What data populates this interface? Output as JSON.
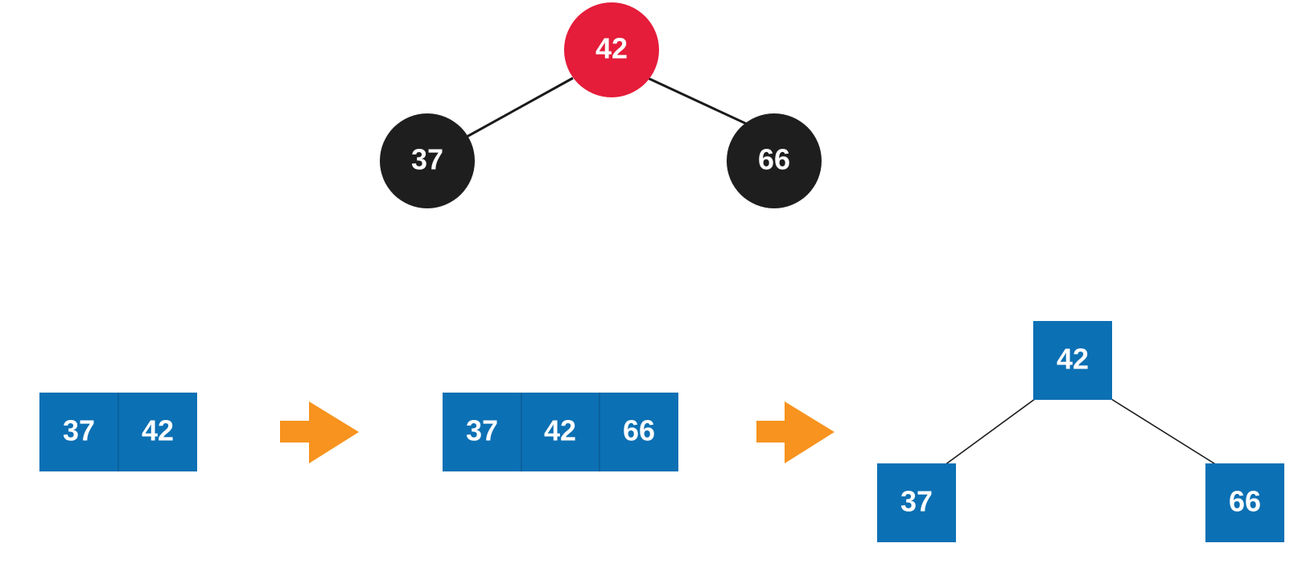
{
  "colors": {
    "red_node": "#e51c3a",
    "black_node": "#1e1e1e",
    "btree_node": "#0c70b4",
    "arrow": "#f7931e",
    "edge": "#1a1a1a",
    "label": "#ffffff"
  },
  "rb_tree": {
    "root": {
      "label": "42",
      "color": "red"
    },
    "left": {
      "label": "37",
      "color": "black"
    },
    "right": {
      "label": "66",
      "color": "black"
    }
  },
  "btree_sequence": {
    "step1": {
      "keys": [
        "37",
        "42"
      ]
    },
    "arrow1": {
      "icon": "right-arrow-icon"
    },
    "step2": {
      "keys": [
        "37",
        "42",
        "66"
      ]
    },
    "arrow2": {
      "icon": "right-arrow-icon"
    },
    "step3": {
      "root": {
        "keys": [
          "42"
        ]
      },
      "left": {
        "keys": [
          "37"
        ]
      },
      "right": {
        "keys": [
          "66"
        ]
      }
    }
  }
}
